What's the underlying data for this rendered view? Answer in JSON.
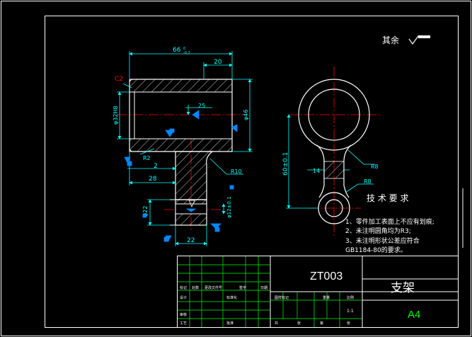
{
  "colors": {
    "background": "#000000",
    "frame": "#ffffff",
    "outline": "#ffffff",
    "dimension": "#00ffff",
    "centerline": "#ff0000",
    "hatch": "#ffffff",
    "roughness": "#0088ff",
    "title_block_grid": "#00ff00",
    "title_block_text": "#ffffff",
    "chamfer_label": "#ff0000"
  },
  "surface_note": {
    "label": "其余"
  },
  "front_view": {
    "dims": {
      "overall_length": "66",
      "overall_tol": "0\n-0.2",
      "top_right": "20",
      "bore_dia": "φ32H8",
      "outer_dia": "φ46",
      "small_dim": "25",
      "chamfer": "C2",
      "radius_left": "R2",
      "fillet": "R10",
      "web_thick": "2",
      "offset_28": "28",
      "boss_dia": "φ22",
      "boss_hole": "φ12±0.1",
      "boss_width": "22"
    }
  },
  "side_view": {
    "dims": {
      "center_dist": "60±0.1",
      "web_width": "14",
      "r8_top": "R8",
      "r8_bottom": "R8"
    }
  },
  "notes": {
    "title": "技 术 要 求",
    "items": [
      "1、零件加工表面上不应有划痕;",
      "2、未注明圆角均为R3;",
      "3、未注明形状公差应符合",
      "GB1184-80的要求。"
    ]
  },
  "title_block": {
    "drawing_no": "ZT003",
    "part_name": "支架",
    "sheet_size": "A4",
    "scale": "1:1",
    "small_labels": [
      "标记",
      "处数",
      "更改文件号",
      "签字",
      "日期",
      "设计",
      "标准化",
      "审核",
      "工艺",
      "批准",
      "图样标记",
      "重量",
      "比例",
      "共",
      "张",
      "第",
      "张"
    ]
  }
}
